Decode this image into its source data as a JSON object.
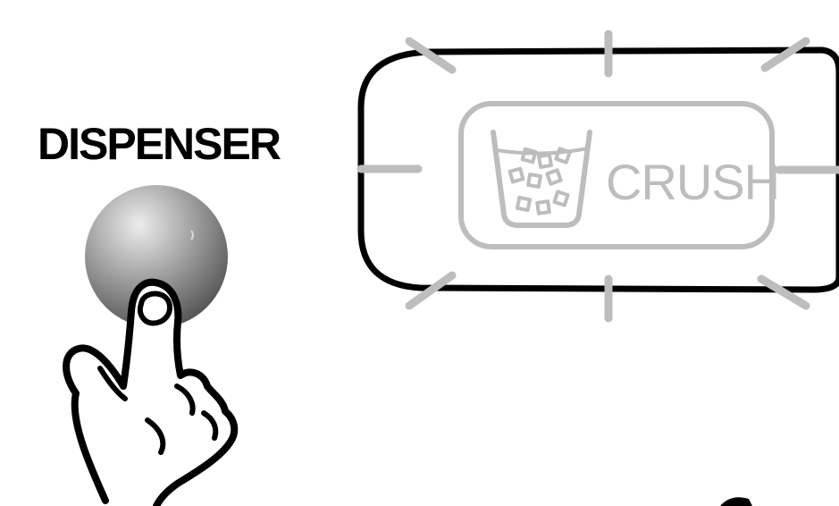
{
  "button": {
    "label": "DISPENSER"
  },
  "display": {
    "mode_label": "CRUSH",
    "mode_icon": "crushed-ice-cup-icon",
    "state": "blinking"
  },
  "colors": {
    "outline": "#000000",
    "indicator_gray": "#bdbdbd",
    "button_body": "#7d7d7d"
  }
}
